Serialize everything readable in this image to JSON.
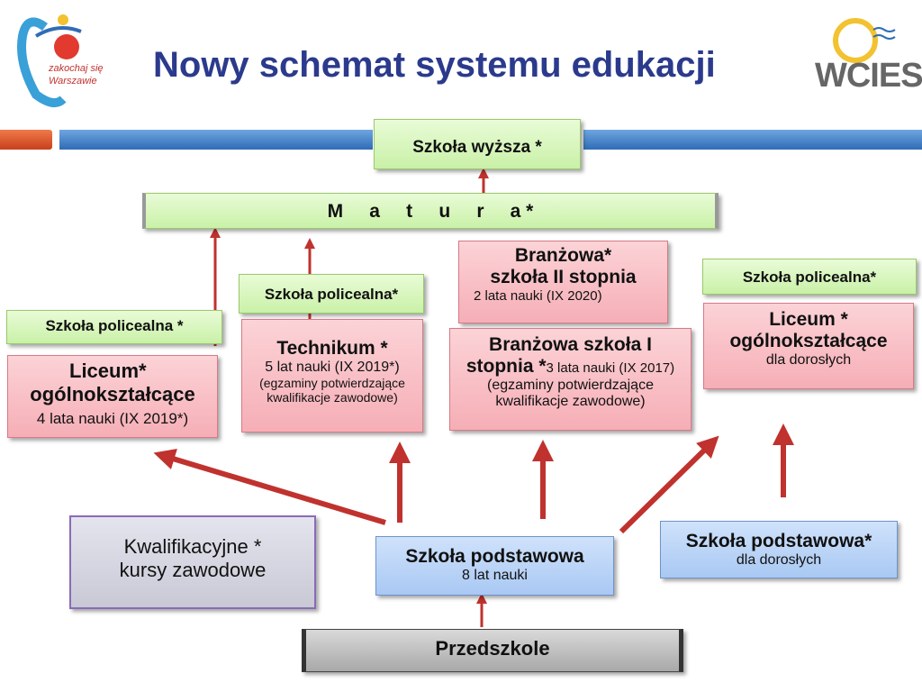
{
  "title": "Nowy schemat systemu edukacji",
  "logos": {
    "left": {
      "line1": "zakochaj się",
      "line2": "Warszawie"
    },
    "right": "WCIES"
  },
  "boxes": {
    "szkola_wyzsza": "Szkoła wyższa *",
    "matura": "M     a     t     u     r     a *",
    "polic_left": "Szkoła policealna *",
    "polic_mid": "Szkoła policealna*",
    "polic_right": "Szkoła policealna*",
    "branz2": {
      "l1": "Branżowa*",
      "l2": "szkoła II stopnia",
      "l3": "2 lata nauki (IX 2020)"
    },
    "liceum": {
      "l1": "Liceum*",
      "l2": "ogólnokształcące",
      "l3": "4 lata nauki (IX 2019*)"
    },
    "technikum": {
      "l1": "Technikum *",
      "l2": "5 lat nauki (IX 2019*)",
      "l3": "(egzaminy potwierdzające",
      "l4": "kwalifikacje zawodowe)"
    },
    "branz1": {
      "l1": "Branżowa szkoła I",
      "l2a": "stopnia *",
      "l2b": "3 lata nauki (IX 2017)",
      "l3": "(egzaminy potwierdzające",
      "l4": "kwalifikacje zawodowe)"
    },
    "liceum_dor": {
      "l1": "Liceum *",
      "l2": "ogólnokształcące",
      "l3": "dla dorosłych"
    },
    "kursy": {
      "l1": "Kwalifikacyjne *",
      "l2": "kursy zawodowe"
    },
    "podstawowa": {
      "l1": "Szkoła podstawowa",
      "l2": "8 lat nauki"
    },
    "podstawowa_dor": {
      "l1": "Szkoła podstawowa*",
      "l2": "dla dorosłych"
    },
    "przedszkole": "Przedszkole"
  },
  "colors": {
    "title": "#2b3a8c",
    "arrow": "#c0322e",
    "green": "#c9f1a7",
    "red": "#f6aeb6",
    "blue": "#a9c8f3"
  }
}
